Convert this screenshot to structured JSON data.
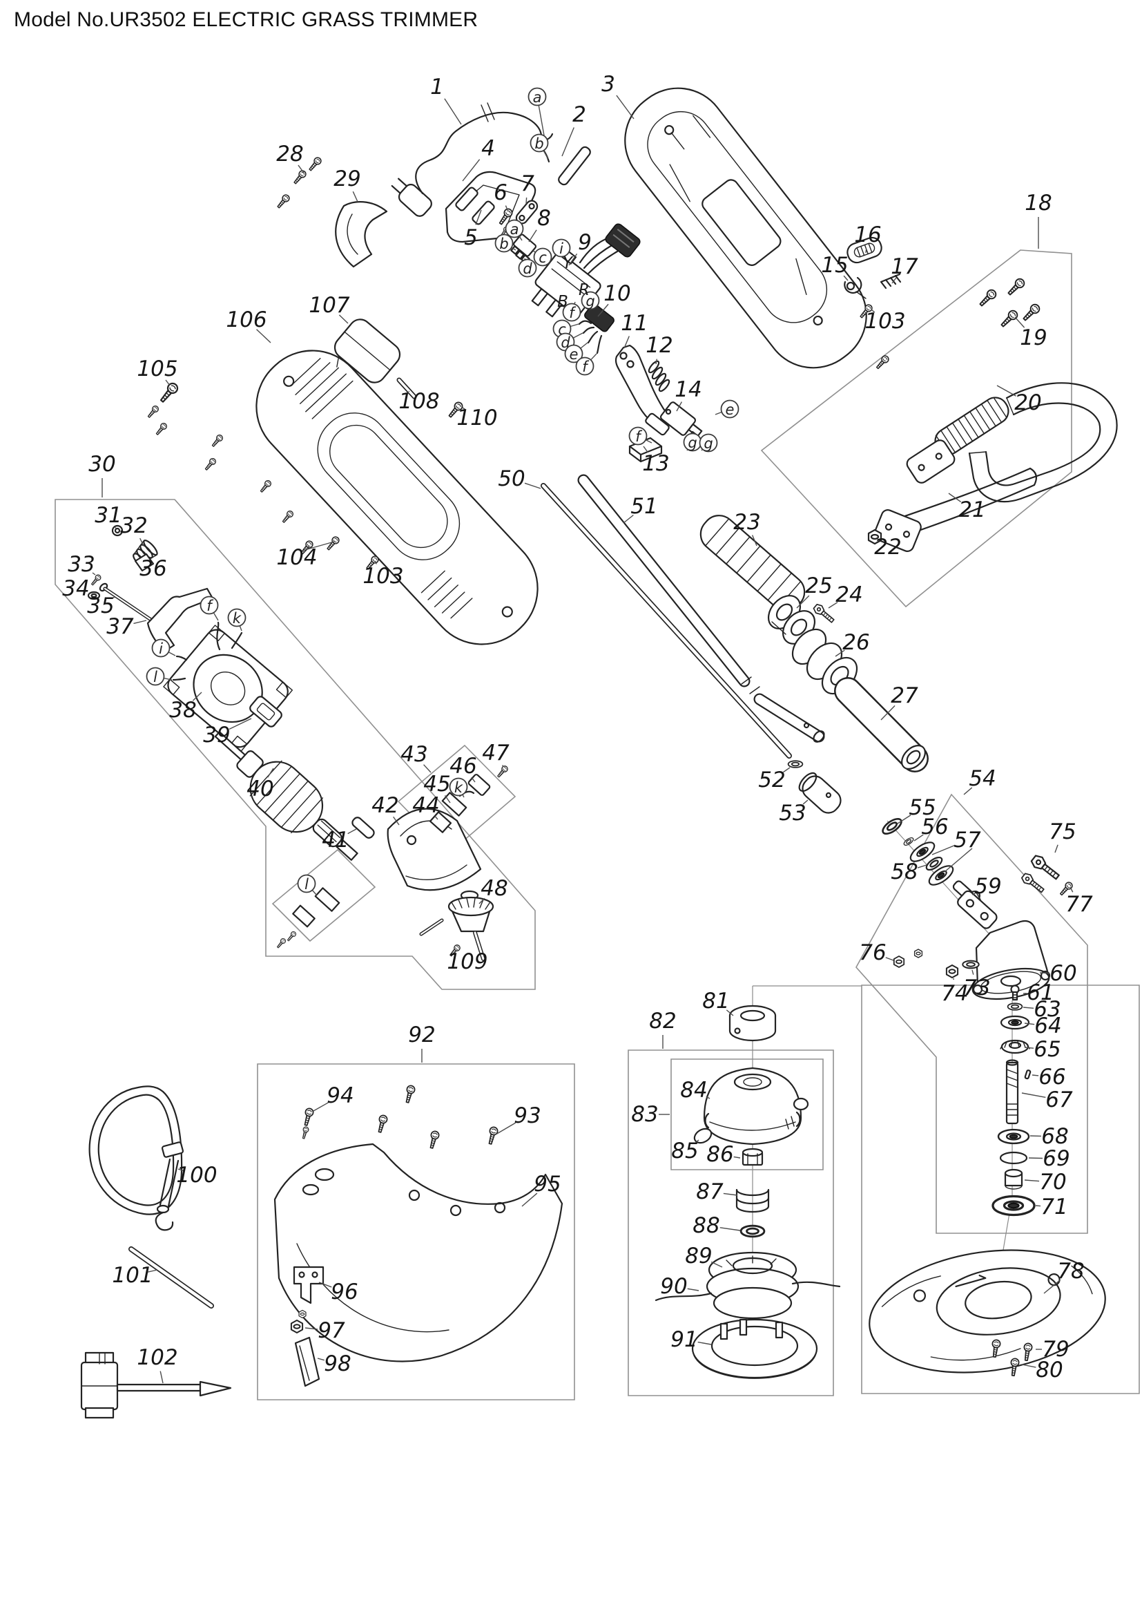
{
  "title": "Model No.UR3502 ELECTRIC GRASS TRIMMER",
  "diagram": {
    "colors": {
      "ink": "#232323",
      "label": "#161616",
      "leader": "#4c4c4c",
      "box": "#909090",
      "background": "#ffffff"
    },
    "labels": [
      [
        "1",
        633,
        126,
        668,
        180
      ],
      [
        "2",
        839,
        166,
        814,
        226
      ],
      [
        "3",
        881,
        122,
        918,
        172
      ],
      [
        "4",
        707,
        215,
        670,
        262
      ],
      [
        "5",
        682,
        344,
        697,
        304
      ],
      [
        "6",
        725,
        279,
        735,
        304
      ],
      [
        "7",
        764,
        266,
        762,
        295
      ],
      [
        "8",
        788,
        316,
        766,
        350
      ],
      [
        "9",
        847,
        351,
        824,
        384
      ],
      [
        "10",
        894,
        425,
        866,
        458
      ],
      [
        "11",
        919,
        468,
        904,
        504
      ],
      [
        "12",
        955,
        500,
        950,
        527
      ],
      [
        "13",
        950,
        671,
        932,
        646
      ],
      [
        "14",
        997,
        564,
        980,
        595
      ],
      [
        "15",
        1209,
        384,
        1228,
        406
      ],
      [
        "16",
        1257,
        340,
        1254,
        366
      ],
      [
        "17",
        1310,
        386,
        1292,
        410
      ],
      [
        "18",
        1504,
        294,
        1504,
        360
      ],
      [
        "19",
        1497,
        489,
        1470,
        459
      ],
      [
        "20",
        1489,
        583,
        1444,
        558
      ],
      [
        "21",
        1408,
        738,
        1374,
        714
      ],
      [
        "22",
        1286,
        792,
        1270,
        780
      ],
      [
        "23",
        1082,
        756,
        1096,
        790
      ],
      [
        "24",
        1230,
        861,
        1200,
        880
      ],
      [
        "25",
        1186,
        848,
        1154,
        880
      ],
      [
        "26",
        1240,
        930,
        1210,
        950
      ],
      [
        "27",
        1310,
        1007,
        1276,
        1042
      ],
      [
        "28",
        420,
        223,
        440,
        250
      ],
      [
        "29",
        503,
        259,
        518,
        292
      ],
      [
        "30",
        148,
        672,
        148,
        720
      ],
      [
        "31",
        157,
        746,
        168,
        765
      ],
      [
        "32",
        194,
        761,
        208,
        790
      ],
      [
        "33",
        118,
        817,
        138,
        832
      ],
      [
        "34",
        110,
        852,
        130,
        860
      ],
      [
        "35",
        146,
        877,
        166,
        864
      ],
      [
        "36",
        222,
        823,
        204,
        816
      ],
      [
        "37",
        174,
        907,
        212,
        898
      ],
      [
        "38",
        265,
        1028,
        292,
        1002
      ],
      [
        "39",
        314,
        1064,
        364,
        1040
      ],
      [
        "40",
        377,
        1142,
        396,
        1112
      ],
      [
        "41",
        486,
        1216,
        516,
        1200
      ],
      [
        "42",
        558,
        1166,
        578,
        1194
      ],
      [
        "43",
        600,
        1092,
        624,
        1118
      ],
      [
        "44",
        617,
        1166,
        634,
        1186
      ],
      [
        "45",
        633,
        1135,
        652,
        1162
      ],
      [
        "46",
        671,
        1109,
        688,
        1132
      ],
      [
        "47",
        718,
        1090,
        729,
        1110
      ],
      [
        "48",
        716,
        1286,
        694,
        1308
      ],
      [
        "50",
        741,
        693,
        783,
        707
      ],
      [
        "51",
        933,
        733,
        903,
        757
      ],
      [
        "52",
        1118,
        1129,
        1144,
        1111
      ],
      [
        "53",
        1148,
        1177,
        1170,
        1158
      ],
      [
        "54",
        1423,
        1127,
        1396,
        1150
      ],
      [
        "55",
        1336,
        1169,
        1300,
        1192
      ],
      [
        "56",
        1354,
        1197,
        1324,
        1217
      ],
      [
        "57",
        1401,
        1216,
        1350,
        1237
      ],
      [
        "58",
        1310,
        1262,
        1342,
        1252
      ],
      [
        "59",
        1431,
        1283,
        1408,
        1295
      ],
      [
        "60",
        1540,
        1409,
        1506,
        1408
      ],
      [
        "61",
        1507,
        1437,
        1482,
        1438
      ],
      [
        "63",
        1517,
        1461,
        1482,
        1458
      ],
      [
        "64",
        1518,
        1485,
        1484,
        1481
      ],
      [
        "65",
        1517,
        1519,
        1484,
        1516
      ],
      [
        "66",
        1524,
        1559,
        1495,
        1556
      ],
      [
        "67",
        1534,
        1592,
        1480,
        1582
      ],
      [
        "68",
        1528,
        1645,
        1492,
        1644
      ],
      [
        "69",
        1530,
        1677,
        1490,
        1676
      ],
      [
        "70",
        1525,
        1711,
        1484,
        1708
      ],
      [
        "71",
        1527,
        1747,
        1500,
        1745
      ],
      [
        "73",
        1415,
        1430,
        1408,
        1404
      ],
      [
        "74",
        1383,
        1438,
        1381,
        1416
      ],
      [
        "75",
        1539,
        1204,
        1528,
        1234
      ],
      [
        "76",
        1264,
        1379,
        1294,
        1390
      ],
      [
        "77",
        1563,
        1309,
        1550,
        1284
      ],
      [
        "78",
        1551,
        1840,
        1512,
        1872
      ],
      [
        "79",
        1529,
        1953,
        1500,
        1953
      ],
      [
        "80",
        1520,
        1983,
        1480,
        1975
      ],
      [
        "81",
        1037,
        1449,
        1062,
        1470
      ],
      [
        "82",
        960,
        1478,
        960,
        1518
      ],
      [
        "83",
        934,
        1613,
        970,
        1613
      ],
      [
        "84",
        1005,
        1578,
        1028,
        1590
      ],
      [
        "85",
        992,
        1666,
        1012,
        1650
      ],
      [
        "86",
        1043,
        1671,
        1072,
        1676
      ],
      [
        "87",
        1028,
        1725,
        1068,
        1730
      ],
      [
        "88",
        1023,
        1774,
        1072,
        1781
      ],
      [
        "89",
        1012,
        1818,
        1046,
        1834
      ],
      [
        "90",
        976,
        1862,
        1012,
        1868
      ],
      [
        "91",
        991,
        1939,
        1030,
        1946
      ],
      [
        "92",
        611,
        1498,
        611,
        1538
      ],
      [
        "93",
        764,
        1615,
        718,
        1642
      ],
      [
        "94",
        493,
        1586,
        454,
        1608
      ],
      [
        "95",
        793,
        1714,
        756,
        1746
      ],
      [
        "96",
        499,
        1870,
        462,
        1856
      ],
      [
        "97",
        480,
        1926,
        442,
        1922
      ],
      [
        "98",
        489,
        1974,
        460,
        1966
      ],
      [
        "100",
        285,
        1701,
        258,
        1692
      ],
      [
        "101",
        192,
        1846,
        228,
        1838
      ],
      [
        "102",
        228,
        1965,
        236,
        2002
      ],
      [
        "103",
        555,
        834,
        543,
        812
      ],
      [
        "103",
        1282,
        465,
        1262,
        448
      ],
      [
        "104",
        430,
        807,
        448,
        790
      ],
      [
        "105",
        228,
        534,
        246,
        558
      ],
      [
        "106",
        357,
        463,
        392,
        496
      ],
      [
        "107",
        477,
        442,
        504,
        468
      ],
      [
        "108",
        607,
        581,
        592,
        566
      ],
      [
        "109",
        677,
        1392,
        666,
        1376
      ],
      [
        "110",
        691,
        605,
        670,
        590
      ]
    ],
    "circles": [
      [
        "a",
        778,
        140,
        788,
        196
      ],
      [
        "b",
        781,
        207,
        794,
        230
      ],
      [
        "a",
        745,
        331,
        756,
        348
      ],
      [
        "b",
        730,
        352,
        747,
        362
      ],
      [
        "c",
        786,
        372,
        772,
        363
      ],
      [
        "d",
        764,
        388,
        760,
        374
      ],
      [
        "i",
        813,
        359,
        820,
        376
      ],
      [
        "g",
        855,
        435,
        845,
        426
      ],
      [
        "f",
        828,
        452,
        833,
        437
      ],
      [
        "c",
        814,
        476,
        838,
        469
      ],
      [
        "d",
        819,
        495,
        844,
        482
      ],
      [
        "e",
        831,
        512,
        851,
        496
      ],
      [
        "f",
        847,
        530,
        864,
        512
      ],
      [
        "e",
        1057,
        592,
        1036,
        600
      ],
      [
        "f",
        924,
        631,
        944,
        641
      ],
      [
        "g",
        1003,
        640,
        995,
        652
      ],
      [
        "g",
        1026,
        641,
        1016,
        652
      ],
      [
        "f",
        303,
        876,
        316,
        898
      ],
      [
        "k",
        343,
        894,
        350,
        913
      ],
      [
        "i",
        233,
        938,
        254,
        949
      ],
      [
        "l",
        225,
        979,
        249,
        984
      ],
      [
        "k",
        664,
        1139,
        672,
        1154
      ],
      [
        "l",
        444,
        1279,
        459,
        1296
      ]
    ],
    "letters": [
      [
        "Y",
        822,
        381
      ],
      [
        "R",
        846,
        420
      ],
      [
        "B",
        815,
        437
      ]
    ],
    "boxes": [
      "80,723 253,723 775,1318 775,1432 640,1432 597,1384 385,1384 385,1196 80,846",
      "673,1079 746,1153 650,1235 577,1160",
      "489,1230 543,1284 449,1362 395,1308",
      "1478,362 1552,367 1552,683 1312,878 1103,652",
      "1378,1150 1575,1368 1575,1785 1356,1785 1356,1530 1240,1400",
      "1248,1426 1650,1426 1650,2017 1248,2017",
      "910,1520 1207,1520 1207,2020 910,2020",
      "972,1533 1192,1533 1192,1693 972,1693",
      "373,1540 832,1540 832,2026 373,2026"
    ],
    "extra_leaders": [
      [
        438,
        797,
        484,
        784
      ],
      [
        1408,
        1228,
        1368,
        1262
      ]
    ],
    "axes": [
      [
        1466,
        1448,
        1466,
        1732
      ],
      [
        1462,
        1756,
        1440,
        1886
      ],
      [
        1090,
        1500,
        1090,
        1905
      ],
      [
        1090,
        1915,
        1090,
        1948
      ],
      [
        1285,
        1188,
        1440,
        1360
      ],
      [
        1248,
        1427,
        1090,
        1427
      ],
      [
        1090,
        1427,
        1090,
        1458
      ]
    ]
  }
}
